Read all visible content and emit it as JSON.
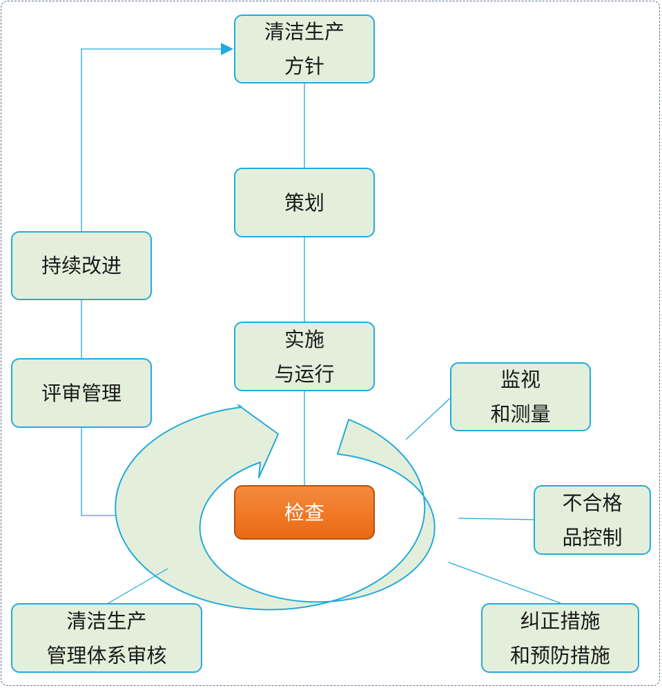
{
  "nodes": {
    "policy": [
      "清洁生产",
      "方针"
    ],
    "planning": [
      "策划"
    ],
    "implementation": [
      "实施",
      "与运行"
    ],
    "check": [
      "检查"
    ],
    "improvement": [
      "持续改进"
    ],
    "review": [
      "评审管理"
    ],
    "monitoring": [
      "监视",
      "和测量"
    ],
    "nonconformity": [
      "不合格",
      "品控制"
    ],
    "corrective": [
      "纠正措施",
      "和预防措施"
    ],
    "audit": [
      "清洁生产",
      "管理体系审核"
    ]
  },
  "colors": {
    "node_fill": "#e3efda",
    "node_border": "#21aadd",
    "highlight_fill": "#ef7a2a",
    "line": "#21aadd",
    "cycle_arrow_fill": "#e3efda"
  }
}
